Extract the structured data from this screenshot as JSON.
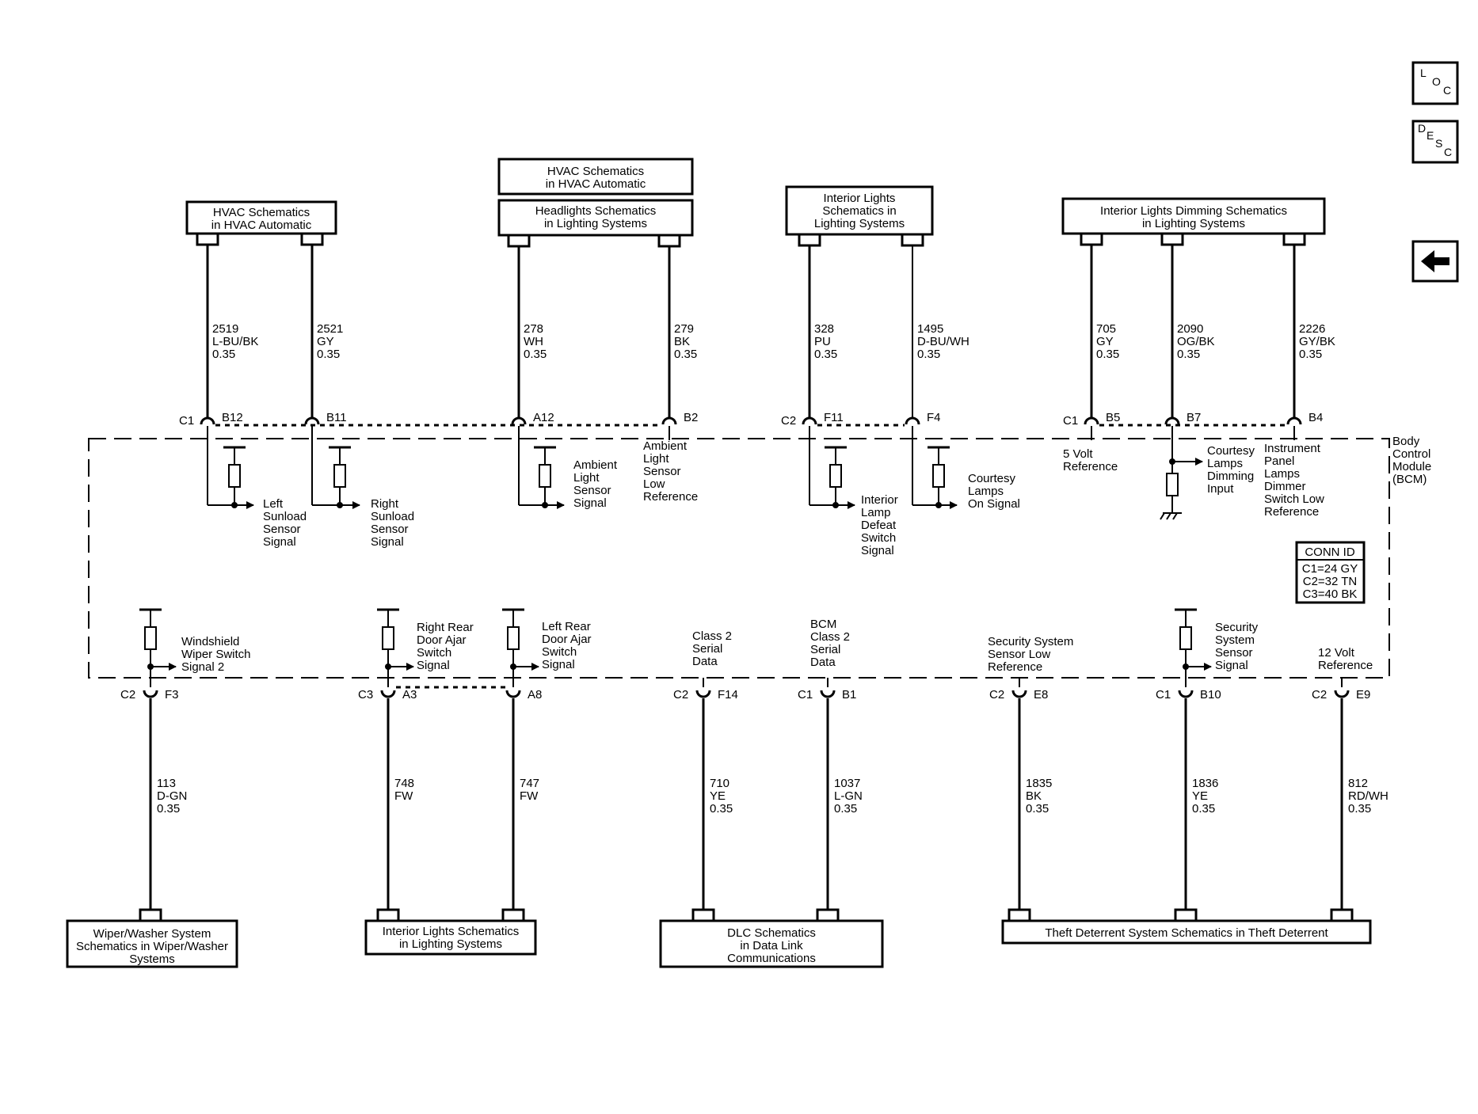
{
  "nav": {
    "loc": [
      "L",
      "O",
      "C"
    ],
    "desc": [
      "D",
      "E",
      "S",
      "C"
    ],
    "back_icon": "left-arrow-icon"
  },
  "module": {
    "name": [
      "Body",
      "Control",
      "Module",
      "(BCM)"
    ]
  },
  "conn_id": {
    "title": "CONN ID",
    "rows": [
      "C1=24 GY",
      "C2=32 TN",
      "C3=40 BK"
    ]
  },
  "top_boxes": [
    {
      "lines": [
        "HVAC Schematics",
        "in HVAC Automatic"
      ]
    },
    {
      "lines": [
        "HVAC Schematics",
        "in HVAC Automatic"
      ]
    },
    {
      "lines": [
        "Headlights Schematics",
        "in Lighting Systems"
      ]
    },
    {
      "lines": [
        "Interior Lights",
        "Schematics in",
        "Lighting Systems"
      ]
    },
    {
      "lines": [
        "Interior Lights Dimming Schematics",
        "in Lighting Systems"
      ]
    }
  ],
  "bottom_boxes": [
    {
      "lines": [
        "Wiper/Washer System",
        "Schematics in Wiper/Washer",
        "Systems"
      ]
    },
    {
      "lines": [
        "Interior Lights Schematics",
        "in Lighting Systems"
      ]
    },
    {
      "lines": [
        "DLC Schematics",
        "in Data Link",
        "Communications"
      ]
    },
    {
      "lines": [
        "Theft Deterrent System Schematics in Theft Deterrent"
      ]
    }
  ],
  "top_wires": [
    {
      "circuit": [
        "2519",
        "L-BU/BK",
        "0.35"
      ],
      "conn": "C1",
      "pin": "B12"
    },
    {
      "circuit": [
        "2521",
        "GY",
        "0.35"
      ],
      "conn": "",
      "pin": "B11"
    },
    {
      "circuit": [
        "278",
        "WH",
        "0.35"
      ],
      "conn": "",
      "pin": "A12"
    },
    {
      "circuit": [
        "279",
        "BK",
        "0.35"
      ],
      "conn": "",
      "pin": "B2"
    },
    {
      "circuit": [
        "328",
        "PU",
        "0.35"
      ],
      "conn": "C2",
      "pin": "F11"
    },
    {
      "circuit": [
        "1495",
        "D-BU/WH",
        "0.35"
      ],
      "conn": "",
      "pin": "F4"
    },
    {
      "circuit": [
        "705",
        "GY",
        "0.35"
      ],
      "conn": "C1",
      "pin": "B5"
    },
    {
      "circuit": [
        "2090",
        "OG/BK",
        "0.35"
      ],
      "conn": "",
      "pin": "B7"
    },
    {
      "circuit": [
        "2226",
        "GY/BK",
        "0.35"
      ],
      "conn": "",
      "pin": "B4"
    }
  ],
  "top_signals": [
    [
      "Left",
      "Sunload",
      "Sensor",
      "Signal"
    ],
    [
      "Right",
      "Sunload",
      "Sensor",
      "Signal"
    ],
    [
      "Ambient",
      "Light",
      "Sensor",
      "Signal"
    ],
    [
      "Ambient",
      "Light",
      "Sensor",
      "Low",
      "Reference"
    ],
    [
      "Interior",
      "Lamp",
      "Defeat",
      "Switch",
      "Signal"
    ],
    [
      "Courtesy",
      "Lamps",
      "On Signal"
    ],
    [
      "5 Volt",
      "Reference"
    ],
    [
      "Courtesy",
      "Lamps",
      "Dimming",
      "Input"
    ],
    [
      "Instrument",
      "Panel",
      "Lamps",
      "Dimmer",
      "Switch Low",
      "Reference"
    ]
  ],
  "bottom_wires": [
    {
      "circuit": [
        "113",
        "D-GN",
        "0.35"
      ],
      "conn": "C2",
      "pin": "F3"
    },
    {
      "circuit": [
        "748",
        "FW"
      ],
      "conn": "C3",
      "pin": "A3"
    },
    {
      "circuit": [
        "747",
        "FW"
      ],
      "conn": "",
      "pin": "A8"
    },
    {
      "circuit": [
        "710",
        "YE",
        "0.35"
      ],
      "conn": "C2",
      "pin": "F14"
    },
    {
      "circuit": [
        "1037",
        "L-GN",
        "0.35"
      ],
      "conn": "C1",
      "pin": "B1"
    },
    {
      "circuit": [
        "1835",
        "BK",
        "0.35"
      ],
      "conn": "C2",
      "pin": "E8"
    },
    {
      "circuit": [
        "1836",
        "YE",
        "0.35"
      ],
      "conn": "C1",
      "pin": "B10"
    },
    {
      "circuit": [
        "812",
        "RD/WH",
        "0.35"
      ],
      "conn": "C2",
      "pin": "E9"
    }
  ],
  "bottom_signals": [
    [
      "Windshield",
      "Wiper Switch",
      "Signal 2"
    ],
    [
      "Right Rear",
      "Door Ajar",
      "Switch",
      "Signal"
    ],
    [
      "Left Rear",
      "Door Ajar",
      "Switch",
      "Signal"
    ],
    [
      "Class 2",
      "Serial",
      "Data"
    ],
    [
      "BCM",
      "Class 2",
      "Serial",
      "Data"
    ],
    [
      "Security System",
      "Sensor Low",
      "Reference"
    ],
    [
      "Security",
      "System",
      "Sensor",
      "Signal"
    ],
    [
      "12 Volt",
      "Reference"
    ]
  ]
}
